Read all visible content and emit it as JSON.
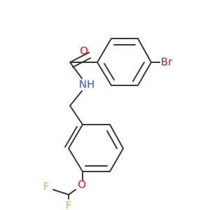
{
  "molecule": {
    "atoms": {
      "oxygen_carbonyl": {
        "label": "O",
        "color": "#ff0d0d"
      },
      "nitrogen": {
        "label": "NH",
        "color": "#3050f8"
      },
      "bromine": {
        "label": "Br",
        "color": "#a62929"
      },
      "oxygen_ether": {
        "label": "O",
        "color": "#ff0d0d"
      },
      "fluorine_1": {
        "label": "F",
        "color": "#90e050"
      },
      "fluorine_2": {
        "label": "F",
        "color": "#90e050"
      }
    },
    "bond_color": "#3a3a3a"
  }
}
